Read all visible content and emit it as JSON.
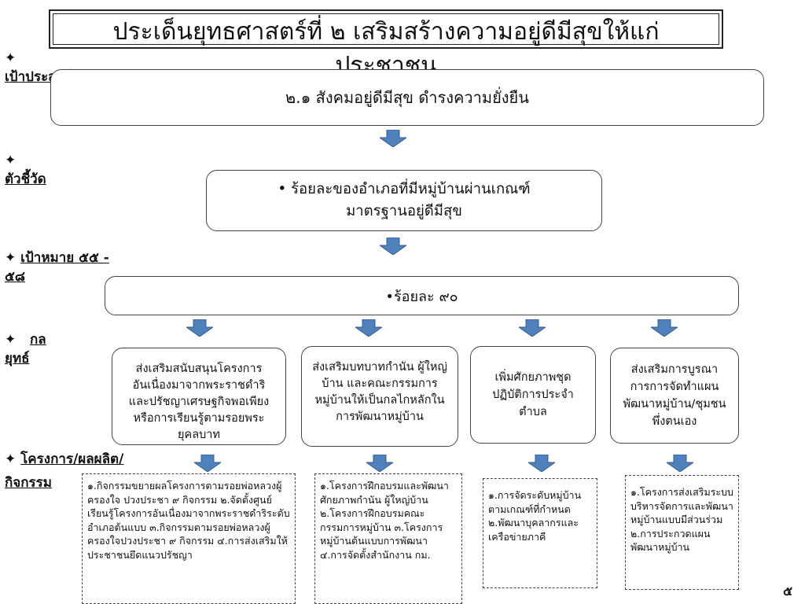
{
  "title": {
    "line1": "ประเด็นยุทธศาสตร์ที่ ๒  เสริมสร้างความอยู่ดีมีสุขให้แก่",
    "line2": "ประชาชน"
  },
  "labels": {
    "bullet": "✦",
    "objective": "เป้าประสงค์",
    "indicator": "ตัวชี้วัด",
    "target": "เป้าหมาย ๕๕ -",
    "target_years": "๕๘",
    "strategy_a": "กล",
    "strategy_b": "ยุทธ์",
    "projects": "โครงการ/ผลผลิต/",
    "activities": "กิจกรรม"
  },
  "objective_box": "๒.๑ สังคมอยู่ดีมีสุข ดำรงความยั่งยืน",
  "indicator_box": {
    "line1": "• ร้อยละของอำเภอที่มีหมู่บ้านผ่านเกณฑ์",
    "line2": "มาตรฐานอยู่ดีมีสุข"
  },
  "target_box": "•ร้อยละ ๙๐",
  "strategies": [
    {
      "text": "ส่งเสริมสนับสนุนโครงการ อันเนื่องมาจากพระราชดำริและปรัชญาเศรษฐกิจพอเพียงหรือการเรียนรู้ตามรอยพระยุคลบาท"
    },
    {
      "text": "ส่งเสริมบทบาทกำนัน ผู้ใหญ่บ้าน และคณะกรรมการหมู่บ้านให้เป็นกลไกหลักในการพัฒนาหมู่บ้าน"
    },
    {
      "text": "เพิ่มศักยภาพชุดปฏิบัติการประจำตำบล"
    },
    {
      "text": "ส่งเสริมการบูรณาการการจัดทำแผนพัฒนาหมู่บ้าน/ชุมชนพึ่งตนเอง"
    }
  ],
  "projects": [
    {
      "text": "๑.กิจกรรมขยายผลโครงการตามรอยพ่อหลวงผู้ครองใจ ปวงประชา ๙ กิจกรรม ๒.จัดตั้งศูนย์เรียนรู้โครงการอันเนื่องมาจากพระราชดำริระดับอำเภอต้นแบบ ๓.กิจกรรมตามรอยพ่อหลวงผู้ครองใจปวงประชา ๙ กิจกรรม ๔.การส่งเสริมให้ประชาชนยึดแนวปรัชญา"
    },
    {
      "text": "๑.โครงการฝึกอบรมและพัฒนาศักยภาพกำนัน ผู้ใหญ่บ้าน ๒.โครงการฝึกอบรมคณะกรรมการหมู่บ้าน ๓.โครงการหมู่บ้านต้นแบบการพัฒนา ๔.การจัดตั้งสำนักงาน กม."
    },
    {
      "text": "๑.การจัดระดับหมู่บ้านตามเกณฑ์ที่กำหนด ๒.พัฒนาบุคลากรและเครือข่ายภาคี"
    },
    {
      "text": "๑.โครงการส่งเสริมระบบบริหารจัดการและพัฒนาหมู่บ้านแบบมีส่วนร่วม ๒.การประกวดแผนพัฒนาหมู่บ้าน"
    }
  ],
  "page_number": "๕",
  "colors": {
    "arrow": "#4f81bd",
    "arrow_stroke": "#385d8a"
  }
}
